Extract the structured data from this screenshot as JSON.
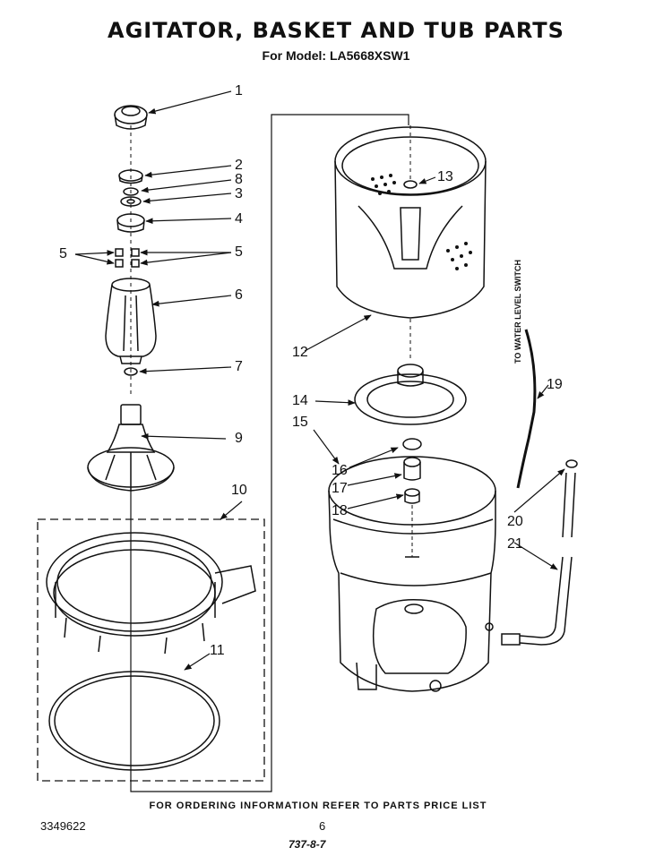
{
  "header": {
    "title": "AGITATOR, BASKET AND TUB PARTS",
    "subtitle": "For Model: LA5668XSW1"
  },
  "callouts": {
    "c1": "1",
    "c2": "2",
    "c8": "8",
    "c3": "3",
    "c4": "4",
    "c5a": "5",
    "c5b": "5",
    "c6": "6",
    "c7": "7",
    "c9": "9",
    "c10": "10",
    "c11": "11",
    "c12": "12",
    "c13": "13",
    "c14": "14",
    "c15": "15",
    "c16": "16",
    "c17": "17",
    "c18": "18",
    "c19": "19",
    "c20": "20",
    "c21": "21"
  },
  "side_note": "TO WATER LEVEL SWITCH",
  "footer": {
    "ordering_note": "FOR ORDERING INFORMATION REFER TO PARTS PRICE LIST",
    "doc_number": "3349622",
    "page_number": "6",
    "handwritten_code": "737-8-7"
  }
}
